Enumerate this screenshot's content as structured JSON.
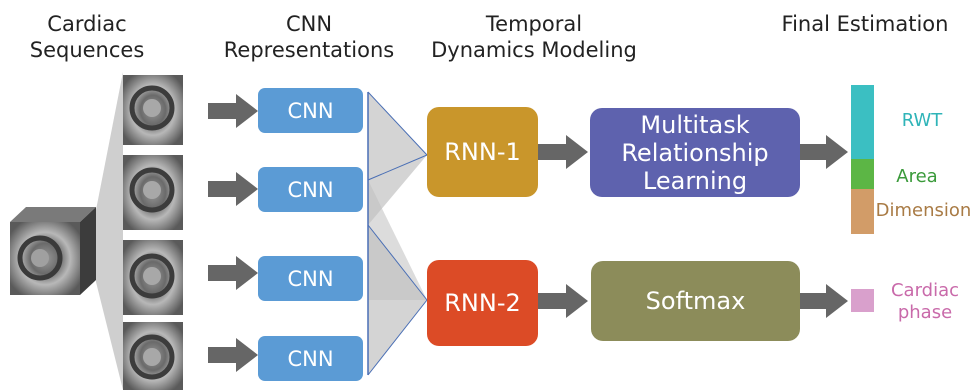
{
  "headers": {
    "col1_line1": "Cardiac",
    "col1_line2": "Sequences",
    "col2_line1": "CNN",
    "col2_line2": "Representations",
    "col3_line1": "Temporal",
    "col3_line2": "Dynamics Modeling",
    "col4": "Final Estimation"
  },
  "cnn_labels": [
    "CNN",
    "CNN",
    "CNN",
    "CNN"
  ],
  "rnn1": "RNN-1",
  "rnn2": "RNN-2",
  "multitask": {
    "line1": "Multitask",
    "line2": "Relationship",
    "line3": "Learning"
  },
  "softmax": "Softmax",
  "outputs": {
    "rwt": "RWT",
    "area": "Area",
    "dimension": "Dimension",
    "phase_line1": "Cardiac",
    "phase_line2": "phase"
  },
  "colors": {
    "cnn": "#5b9bd5",
    "rnn1": "#c9962b",
    "rnn2": "#dc4b26",
    "multitask": "#5e62ae",
    "softmax": "#8c8c5a",
    "rwt": "#3bbfc2",
    "area": "#5cb645",
    "dimension": "#d29c68",
    "phase": "#d9a0cc",
    "arrow": "#666666"
  }
}
